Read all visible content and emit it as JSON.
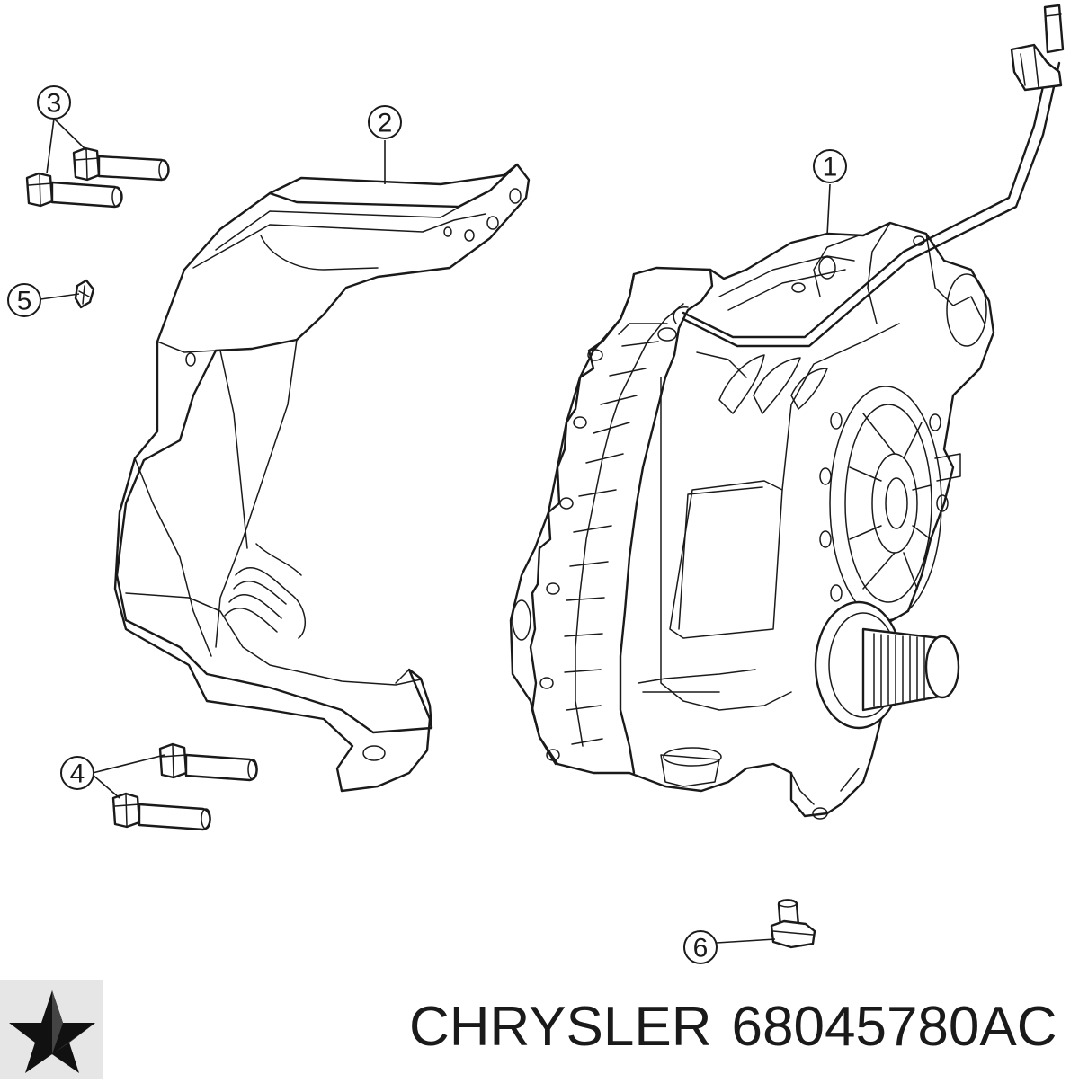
{
  "callouts": [
    {
      "label": "1"
    },
    {
      "label": "2"
    },
    {
      "label": "3"
    },
    {
      "label": "4"
    },
    {
      "label": "5"
    },
    {
      "label": "6"
    }
  ],
  "caption": {
    "brand": "CHRYSLER",
    "part_number": "68045780AC"
  },
  "logo": {
    "icon": "chrysler-pentastar-icon",
    "background": "#e6e6e6"
  },
  "colors": {
    "line": "#1a1a1a",
    "background": "#ffffff"
  }
}
